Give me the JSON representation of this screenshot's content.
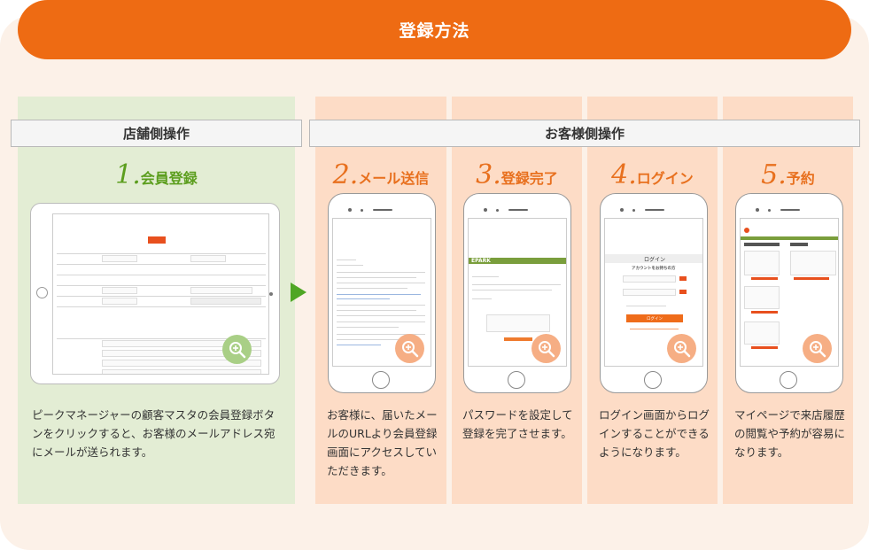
{
  "banner": {
    "title": "登録方法"
  },
  "headers": {
    "store": "店舗側操作",
    "customer": "お客様側操作"
  },
  "steps": [
    {
      "num": "1.",
      "label": "会員登録",
      "description": "ピークマネージャーの顧客マスタの会員登録ボタンをクリックすると、お客様のメールアドレス宛にメールが送られます。"
    },
    {
      "num": "2.",
      "label": "メール送信",
      "description": "お客様に、届いたメールのURLより会員登録画面にアクセスしていただきます。"
    },
    {
      "num": "3.",
      "label": "登録完了",
      "description": "パスワードを設定して登録を完了させます。"
    },
    {
      "num": "4.",
      "label": "ログイン",
      "description": "ログイン画面からログインすることができるようになります。"
    },
    {
      "num": "5.",
      "label": "予約",
      "description": "マイページで来店履歴の閲覧や予約が容易になります。"
    }
  ],
  "screens": {
    "epark_logo": "EPARK",
    "login_title": "ログイン",
    "login_subtitle": "アカウントをお持ちの方",
    "login_button": "ログイン"
  },
  "icons": {
    "zoom": "zoom-in-icon",
    "arrow": "arrow-right-icon"
  },
  "colors": {
    "accent_orange": "#ee6b13",
    "store_green": "#5c9e1e",
    "customer_orange": "#e8701e"
  }
}
